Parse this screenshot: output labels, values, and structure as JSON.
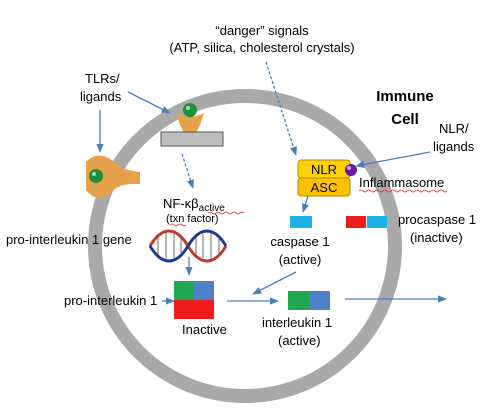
{
  "labels": {
    "danger_line1": "“danger” signals",
    "danger_line2": "(ATP, silica, cholesterol crystals)",
    "tlrs_line1": "TLRs/",
    "tlrs_line2": "ligands",
    "immune_line1": "Immune",
    "immune_line2": "Cell",
    "nlr_line1": "NLR/",
    "nlr_line2": "ligands",
    "nlr_box": "NLR",
    "asc_box": "ASC",
    "inflammasome": "Inflammasome",
    "nfkb_main": "NF-κβ",
    "nfkb_sub": "active",
    "txn_factor": "(txn factor)",
    "pro_il1_gene": "pro-interleukin 1 gene",
    "caspase_line1": "caspase 1",
    "caspase_line2": "(active)",
    "procaspase_line1": "procaspase 1",
    "procaspase_line2": "(inactive)",
    "pro_il1": "pro-interleukin 1",
    "inactive": "Inactive",
    "il1_line1": "interleukin 1",
    "il1_line2": "(active)"
  },
  "colors": {
    "membrane": "#b0b0b0",
    "receptor": "#e6a24b",
    "ligand": "#1f8f3a",
    "nlr_fill": "#ffd200",
    "asc_fill": "#ffc000",
    "inflammasome_ball": "#6a1b9a",
    "caspase": "#1fb4e8",
    "red_block": "#ee1c1c",
    "green_block": "#1fa84f",
    "blue_block": "#4f81c8",
    "arrow": "#4a7fbf",
    "dna_red": "#c0392b",
    "dna_blue": "#1f3b8f"
  }
}
